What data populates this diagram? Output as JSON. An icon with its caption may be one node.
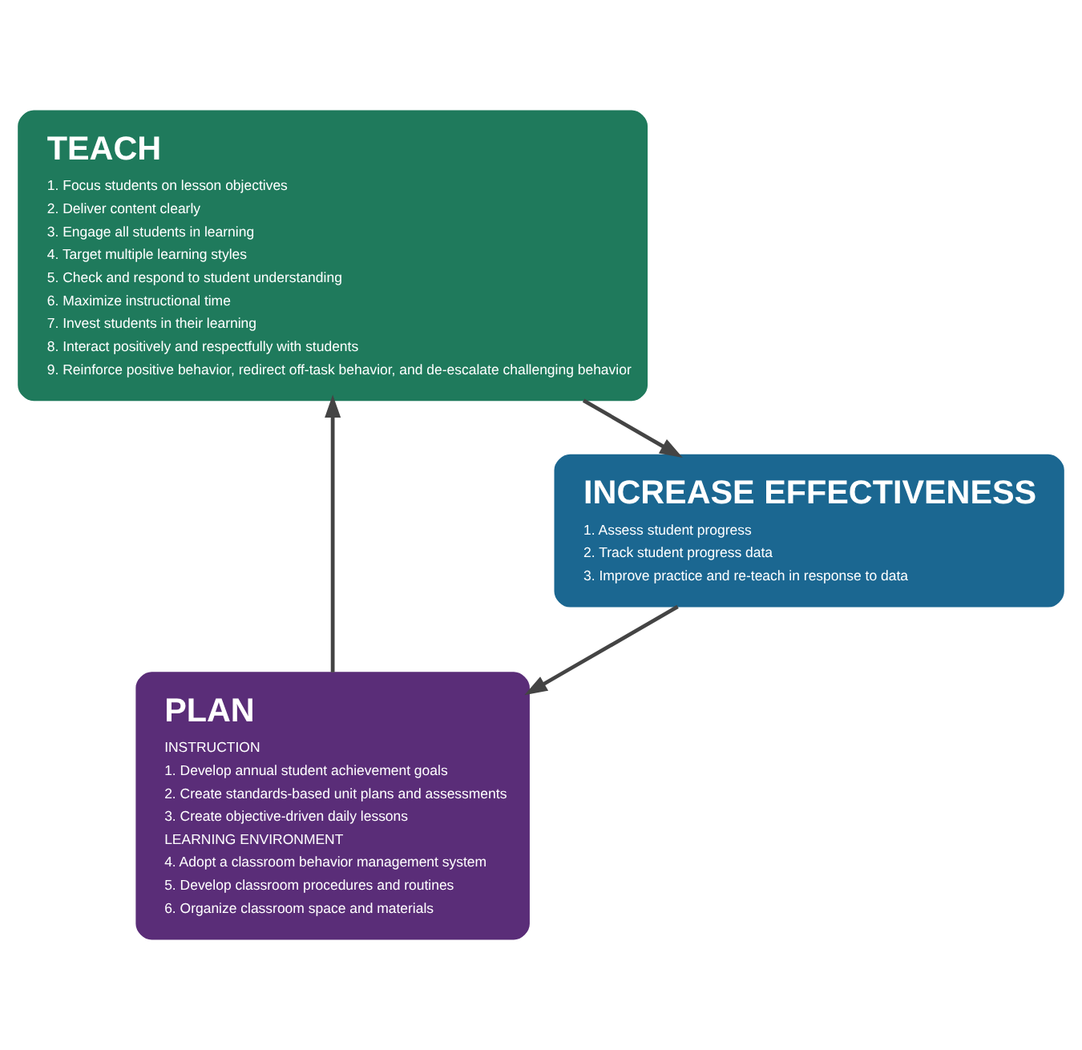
{
  "diagram": {
    "nodes": [
      {
        "text": [
          "PLAN",
          "INSTRUCTION",
          "1. Develop annual student achievement goals",
          "2. Create standards-based unit plans and assessments",
          "3. Create objective-driven daily lessons",
          "LEARNING ENVIRONMENT",
          "4. Adopt a classroom behavior management system",
          "5. Develop classroom procedures and routines",
          "6. Organize classroom space and materials"
        ]
      },
      {
        "text": [
          "TEACH",
          "1. Focus students on lesson objectives",
          "2. Deliver content clearly",
          "3. Engage all students in learning",
          "4. Target multiple learning styles",
          "5. Check and respond to student understanding",
          "6. Maximize instructional time",
          "7. Invest students in their learning",
          "8. Interact positively and respectfully with students",
          "9. Reinforce positive behavior, redirect off-task behavior, and de-escalate challenging behavior"
        ]
      },
      {
        "text": [
          "INCREASE EFFECTIVENESS",
          "1. Assess student progress",
          "2. Track student progress data",
          "3. Improve practice and re-teach in response to data"
        ]
      }
    ],
    "edges": [
      {
        "from": 0,
        "to": 1,
        "arrow": "to"
      },
      {
        "from": 1,
        "to": 2,
        "arrow": "to"
      },
      {
        "from": 2,
        "to": 0,
        "arrow": "to"
      }
    ]
  }
}
